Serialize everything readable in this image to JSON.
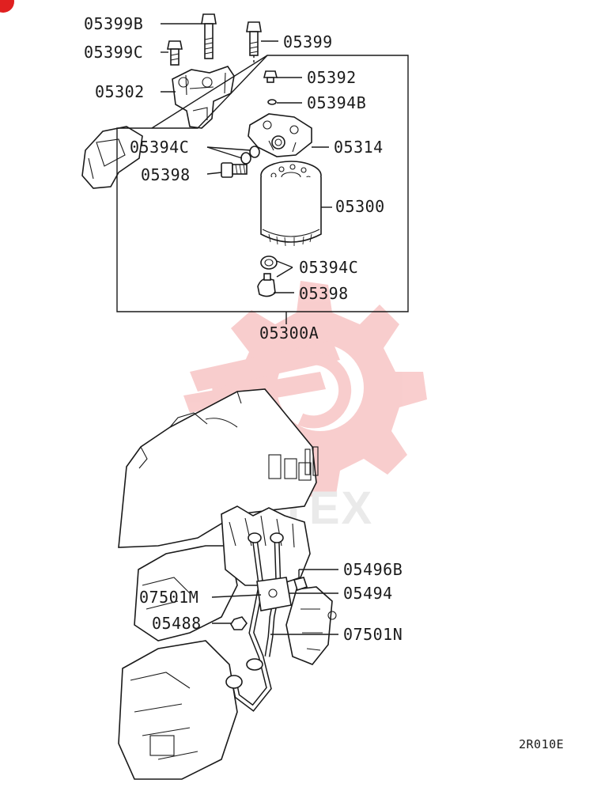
{
  "labels": {
    "p05399B": "05399B",
    "p05399C": "05399C",
    "p05399": "05399",
    "p05302": "05302",
    "p05392": "05392",
    "p05394B": "05394B",
    "p05394C_top": "05394C",
    "p05314": "05314",
    "p05398_top": "05398",
    "p05300": "05300",
    "p05394C_bottom": "05394C",
    "p05398_bottom": "05398",
    "p05300A": "05300A",
    "p05496B": "05496B",
    "p07501M": "07501M",
    "p05494": "05494",
    "p05488": "05488",
    "p07501N": "07501N",
    "diagram_code": "2R010E"
  },
  "watermark": {
    "text": "MITEX",
    "color": "#f2b0b0"
  },
  "corner_badge": {
    "color": "#e02020"
  }
}
